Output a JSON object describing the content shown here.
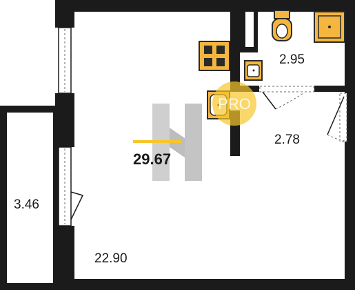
{
  "plan": {
    "total_area": "29.67",
    "rooms": [
      {
        "id": "main-room",
        "area": "22.90"
      },
      {
        "id": "balcony",
        "area": "3.46"
      },
      {
        "id": "bathroom",
        "area": "2.95"
      },
      {
        "id": "hallway",
        "area": "2.78"
      }
    ]
  },
  "watermark": {
    "text": "PRO",
    "logo_letter": "H"
  },
  "colors": {
    "wall": "#1b1b1b",
    "fixture_fill": "#f4b63f",
    "fixture_stroke": "#2a2a2a",
    "accent_yellow": "#f7c62b",
    "logo_gray": "#c9c9c9",
    "dashed_line": "#6b6b6b"
  },
  "icons": [
    "stove-icon",
    "sink-icon",
    "washbasin-icon",
    "toilet-icon",
    "shower-tray-icon",
    "door-swing-icon",
    "window-icon"
  ]
}
